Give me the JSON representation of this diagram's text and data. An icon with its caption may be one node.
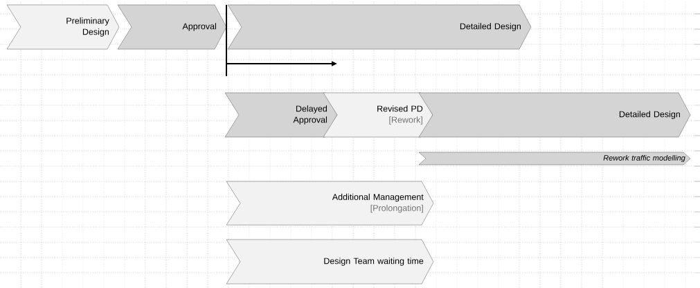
{
  "diagram": {
    "nodes": [
      {
        "text": [
          "Preliminary Design"
        ]
      },
      {
        "text": [
          "Approval"
        ]
      },
      {
        "text": [
          "Detailed Design"
        ]
      },
      {
        "text": [
          "Delayed Approval"
        ]
      },
      {
        "text": [
          "Revised PD",
          "[Rework]"
        ]
      },
      {
        "text": [
          "Detailed Design"
        ]
      },
      {
        "text": [
          "Rework traffic modelling"
        ]
      },
      {
        "text": [
          "Additional Management",
          "[Prolongation]"
        ]
      },
      {
        "text": [
          "Design Team waiting time"
        ]
      }
    ]
  }
}
